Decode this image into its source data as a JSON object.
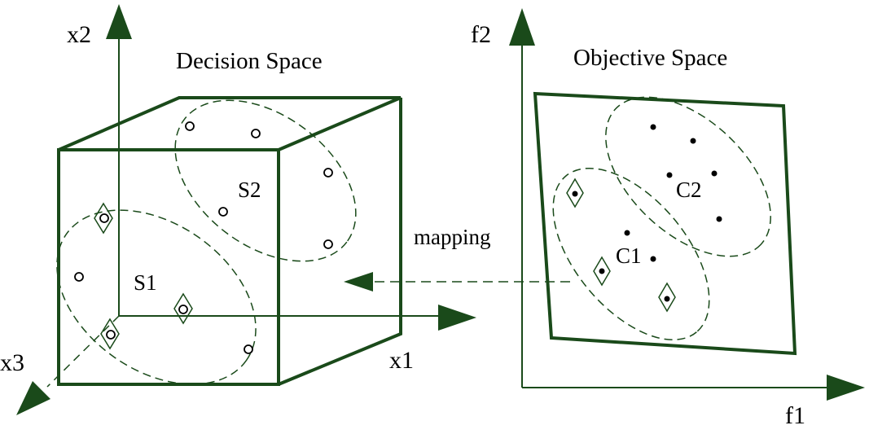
{
  "colors": {
    "line": "#1a4a1a",
    "text": "#000000",
    "background": "#ffffff"
  },
  "decision_space": {
    "title": "Decision Space",
    "axes": {
      "x1": "x1",
      "x2": "x2",
      "x3": "x3"
    },
    "sets": {
      "s1": "S1",
      "s2": "S2"
    }
  },
  "mapping": {
    "label": "mapping"
  },
  "objective_space": {
    "title": "Objective Space",
    "axes": {
      "f1": "f1",
      "f2": "f2"
    },
    "clusters": {
      "c1": "C1",
      "c2": "C2"
    }
  }
}
